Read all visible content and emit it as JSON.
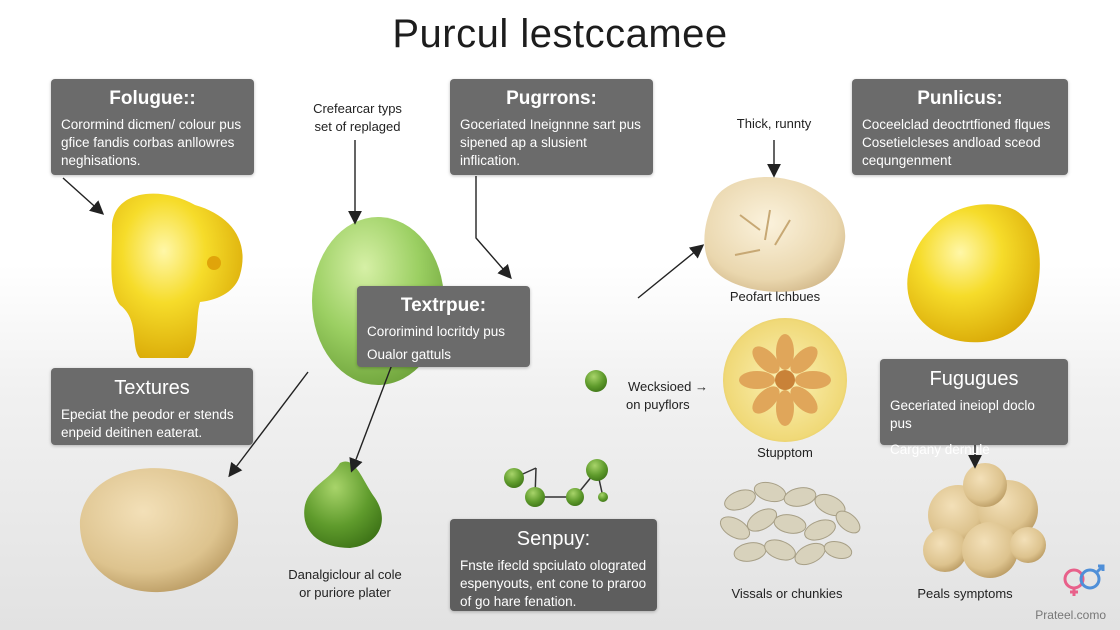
{
  "title": "Purcul lestccamee",
  "boxes": {
    "folugue": {
      "heading": "Folugue::",
      "text": [
        "Corormind dicmen/ colour pus",
        "gfice fandis corbas anllowres",
        "neghisations."
      ]
    },
    "pugrrons": {
      "heading": "Pugrrons:",
      "text": [
        "Goceriated Ineignnne sart pus",
        "sipened ap a slusient",
        "inflication."
      ]
    },
    "punlicus": {
      "heading": "Punlicus:",
      "text": [
        "Coceelclad deoctrtfioned flques",
        "Cosetielcleses andload sceod",
        "cequngenment"
      ]
    },
    "textrpue": {
      "heading": "Textrpue:",
      "text": [
        "Cororimind locritdy pus",
        "Oualor gattuls"
      ]
    },
    "textures": {
      "heading": "Textures",
      "text": [
        "Epeciat the peodor er stends",
        "enpeid deitinen eaterat."
      ]
    },
    "fugugues": {
      "heading": "Fugugues",
      "text": [
        "Geceriated ineiopl doclo pus",
        "Cargany dernule"
      ]
    },
    "senpuy": {
      "heading": "Senpuy:",
      "text": [
        "Fnste ifecld spciulato olograted",
        "espenyouts, ent cone to praroo",
        "of go hare fenation."
      ]
    }
  },
  "captions": {
    "crefearcar": [
      "Crefearcar typs",
      "set of replaged"
    ],
    "thick": [
      "Thick, runnty"
    ],
    "peofart": [
      "Peofart lchbues"
    ],
    "wecksioed": [
      "Wecksioed →",
      "on puyflors"
    ],
    "stupptom": [
      "Stupptom"
    ],
    "danal": [
      "Danalgiclour al cole",
      "or puriore plater"
    ],
    "vissals": [
      "Vissals or chunkies"
    ],
    "peals": [
      "Peals symptoms"
    ]
  },
  "watermark": "Prateel.como",
  "colors": {
    "box": "#6b6b6b",
    "yellow": "#f2d21c",
    "green": "#8cc25a",
    "cream": "#ecdcb8"
  },
  "icons": [
    "gender-symbols-icon"
  ]
}
